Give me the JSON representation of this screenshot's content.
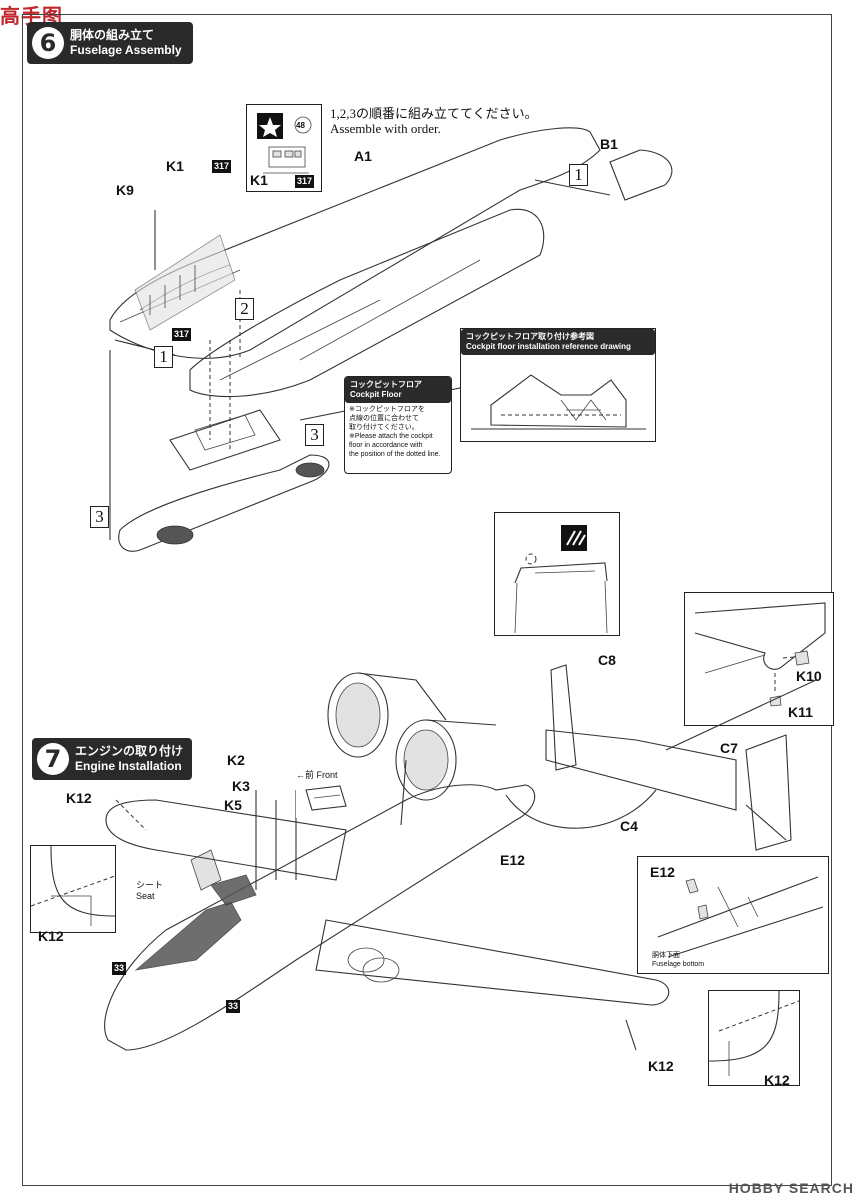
{
  "watermark": {
    "brand": "高手图"
  },
  "footer": {
    "brand": "HOBBY SEARCH"
  },
  "step6": {
    "number": "6",
    "title_jp": "胴体の組み立て",
    "title_en": "Fuselage Assembly",
    "note_jp": "1,2,3の順番に組み立ててください。",
    "note_en": "Assemble with order.",
    "decal_number": "48",
    "paint_code": "317",
    "parts": [
      "A1",
      "B1",
      "K1",
      "K1",
      "K9"
    ],
    "order_marks": [
      "1",
      "1",
      "2",
      "3",
      "3"
    ],
    "cockpit_ref": {
      "title_jp": "コックピットフロア取り付け参考図",
      "title_en": "Cockpit floor installation reference drawing"
    },
    "cockpit_floor": {
      "title_jp": "コックピットフロア",
      "title_en": "Cockpit Floor",
      "note_jp_1": "※コックピットフロアを",
      "note_jp_2": "点線の位置に合わせて",
      "note_jp_3": "取り付けてください。",
      "note_en_1": "※Please attach the cockpit",
      "note_en_2": "floor in accordance with",
      "note_en_3": "the position of the dotted line."
    }
  },
  "step7": {
    "number": "7",
    "title_jp": "エンジンの取り付け",
    "title_en": "Engine Installation",
    "front_label": "←前 Front",
    "seat_jp": "シート",
    "seat_en": "Seat",
    "paint_code": "33",
    "fuselage_bottom_jp": "胴体下面",
    "fuselage_bottom_en": "Fuselage bottom",
    "parts": {
      "k2": "K2",
      "k3": "K3",
      "k5": "K5",
      "c8": "C8",
      "c7": "C7",
      "c4": "C4",
      "k10": "K10",
      "k11": "K11",
      "e12": "E12",
      "k12": "K12"
    }
  }
}
